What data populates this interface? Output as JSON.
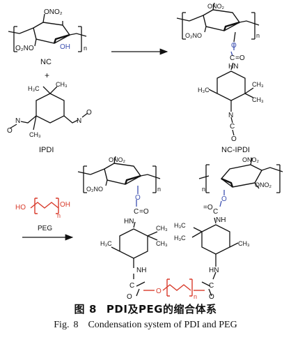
{
  "scheme": {
    "labels": {
      "nc": "NC",
      "plus": "+",
      "ipdi": "IPDI",
      "nc_ipdi": "NC-IPDI",
      "peg": "PEG",
      "repeat_n": "n",
      "no2_top": "ONO₂",
      "o2no": "O₂NO",
      "hydroxyl_oh": "OH",
      "ho": "HO",
      "oh": "OH",
      "nh": "NH",
      "hn": "HN",
      "ch3": "CH₃",
      "h3c": "H₃C",
      "carbonyl_c": "C",
      "carbonyl_o": "=O",
      "ether_o": "O",
      "urethane_o": "O",
      "isocyanate_o": "O",
      "isocyanate_c": "C",
      "isocyanate_n": "N"
    },
    "colors": {
      "ink": "#111111",
      "peg_red": "#d83a2a",
      "urethane_blue": "#3b4fb0"
    }
  },
  "caption": {
    "zh_prefix": "图",
    "zh_number": "8",
    "zh_text": "PDI及PEG的缩合体系",
    "en_prefix": "Fig.",
    "en_number": "8",
    "en_text": "Condensation system of PDI and PEG"
  }
}
